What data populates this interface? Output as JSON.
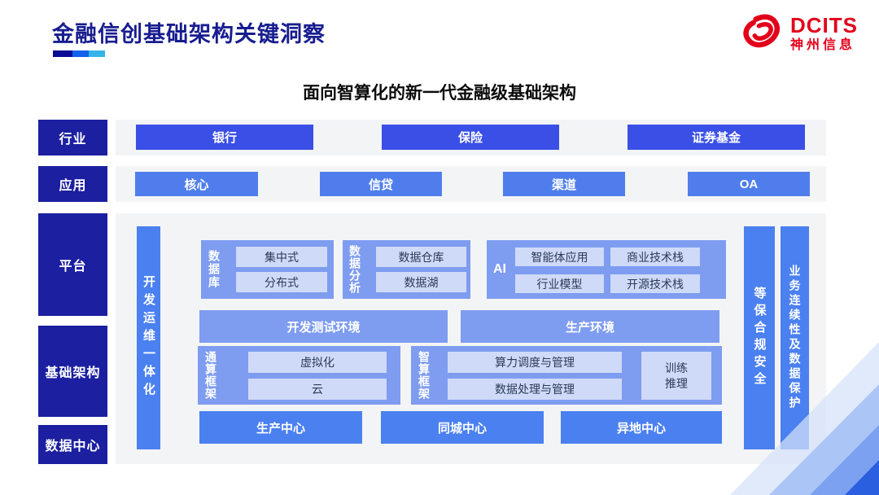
{
  "header": {
    "title": "金融信创基础架构关键洞察",
    "logo_brand": "DCITS",
    "logo_company": "神州信息"
  },
  "subtitle": "面向智算化的新一代金融级基础架构",
  "sidebar": {
    "industry": "行业",
    "application": "应用",
    "platform": "平台",
    "infrastructure": "基础架构",
    "datacenter": "数据中心"
  },
  "industries": [
    "银行",
    "保险",
    "证券基金"
  ],
  "applications": [
    "核心",
    "信贷",
    "渠道",
    "OA"
  ],
  "platform": {
    "devops_bar": "开发运维一体化",
    "database": {
      "label": "数据库",
      "items": [
        "集中式",
        "分布式"
      ]
    },
    "analytics": {
      "label": "数据分析",
      "items": [
        "数据仓库",
        "数据湖"
      ]
    },
    "ai": {
      "label": "AI",
      "items": [
        "智能体应用",
        "商业技术栈",
        "行业模型",
        "开源技术栈"
      ]
    },
    "environments": [
      "开发测试环境",
      "生产环境"
    ],
    "general_framework": {
      "label": "通算框架",
      "items": [
        "虚拟化",
        "云"
      ]
    },
    "intelligent_framework": {
      "label": "智算框架",
      "items": [
        "算力调度与管理",
        "数据处理与管理"
      ],
      "side_item": "训练\n推理"
    },
    "centers": [
      "生产中心",
      "同城中心",
      "异地中心"
    ],
    "security_bar": "等保合规安全",
    "continuity_bar": "业务连续性及数据保护"
  },
  "colors": {
    "title_blue": "#181d8f",
    "sidebar_navy": "#1b1fa0",
    "industry_blue": "#3a4fe6",
    "application_blue": "#4f7eec",
    "group_blue": "#7e9cf0",
    "inner_box_blue": "#cfdaf8",
    "bar_blue": "#4b80f0",
    "panel_gray": "#f3f4f6",
    "logo_red": "#e2001a",
    "underline_segments": [
      "#0a0c96",
      "#1261ea",
      "#35b4e8"
    ]
  }
}
